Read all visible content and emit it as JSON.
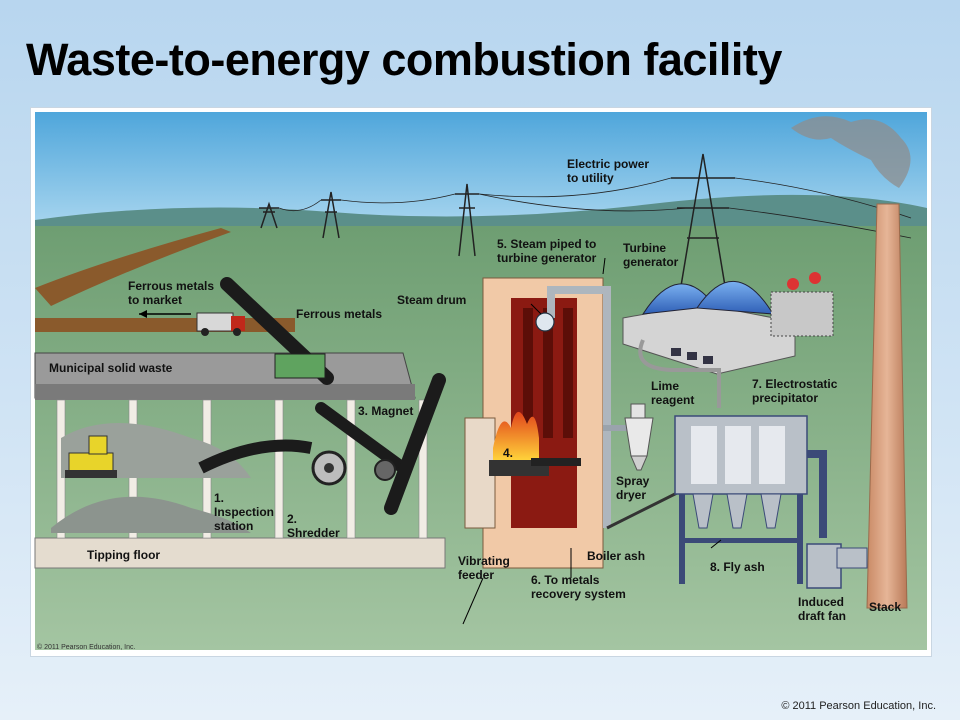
{
  "title": "Waste-to-energy combustion facility",
  "labels": {
    "electric_power": "Electric power\nto utility",
    "steam_piped": "5. Steam piped to\nturbine generator",
    "turbine_generator": "Turbine\ngenerator",
    "ferrous_to_market": "Ferrous metals\nto market",
    "ferrous_metals": "Ferrous metals",
    "steam_drum": "Steam drum",
    "municipal_solid_waste": "Municipal solid waste",
    "magnet": "3. Magnet",
    "lime_reagent": "Lime\nreagent",
    "precipitator": "7. Electrostatic\nprecipitator",
    "furnace": "4.",
    "inspection": "1.\nInspection\nstation",
    "shredder": "2.\nShredder",
    "spray_dryer": "Spray\ndryer",
    "tipping_floor": "Tipping floor",
    "vibrating_feeder": "Vibrating\nfeeder",
    "boiler_ash": "Boiler ash",
    "metals_recovery": "6. To metals\nrecovery system",
    "fly_ash": "8. Fly ash",
    "induced_draft_fan": "Induced\ndraft fan",
    "stack": "Stack"
  },
  "copyright_inner": "© 2011 Pearson Education, Inc.",
  "copyright_outer": "© 2011 Pearson Education, Inc.",
  "colors": {
    "sky": "#6cb6e0",
    "ground": "#7fae82",
    "boiler": "#8b1a12",
    "stack": "#d9a07e",
    "turbine": "#4a7fd4",
    "steel": "#b9c0c8"
  }
}
